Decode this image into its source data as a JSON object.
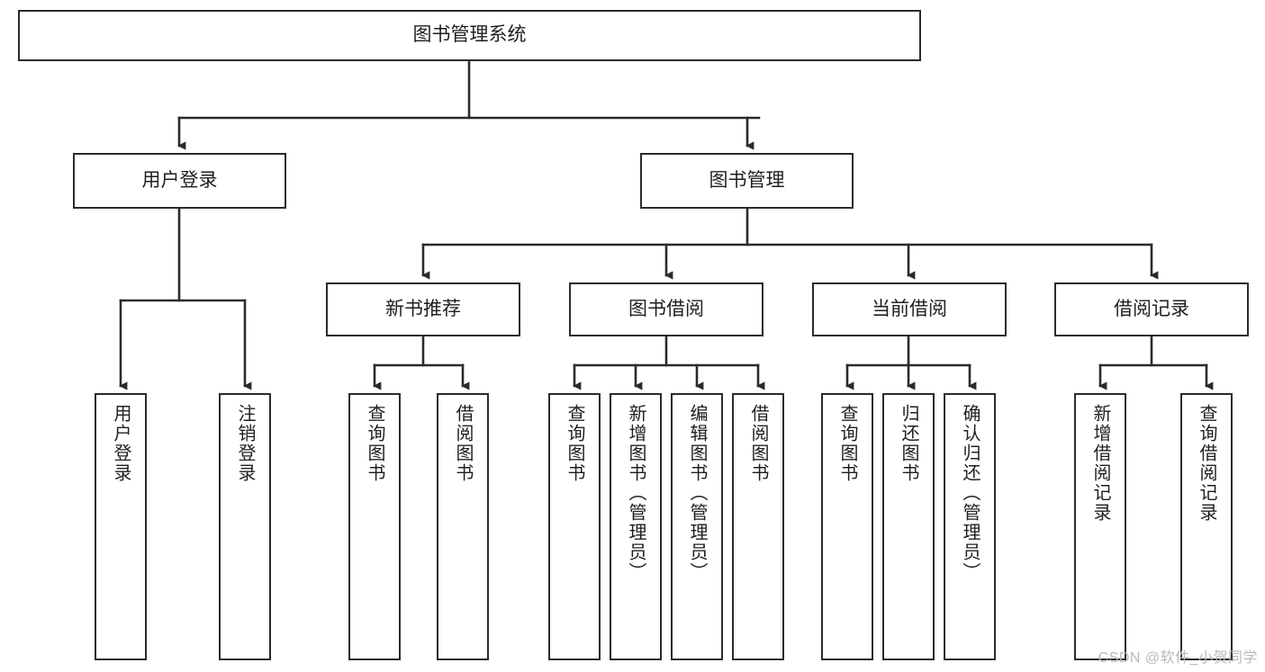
{
  "diagram": {
    "title": "图书管理系统",
    "type": "tree-hierarchy",
    "watermark": "CSDN @软件_小贺同学",
    "colors": {
      "background": "#ffffff",
      "box_border": "#2b2b2b",
      "box_fill": "#ffffff",
      "connector": "#2b2b2b",
      "watermark": "#b9b9b9"
    }
  },
  "nodes": {
    "root": {
      "label": "图书管理系统"
    },
    "level2": [
      {
        "label": "用户登录"
      },
      {
        "label": "图书管理"
      }
    ],
    "level3": [
      {
        "label": "新书推荐"
      },
      {
        "label": "图书借阅"
      },
      {
        "label": "当前借阅"
      },
      {
        "label": "借阅记录"
      }
    ],
    "leaves": {
      "user_login": [
        {
          "label": "用户登录"
        },
        {
          "label": "注销登录"
        }
      ],
      "new_book_recommend": [
        {
          "label": "查询图书"
        },
        {
          "label": "借阅图书"
        }
      ],
      "book_borrow": [
        {
          "label": "查询图书"
        },
        {
          "label": "新增图书（管理员）"
        },
        {
          "label": "编辑图书（管理员）"
        },
        {
          "label": "借阅图书"
        }
      ],
      "current_borrow": [
        {
          "label": "查询图书"
        },
        {
          "label": "归还图书"
        },
        {
          "label": "确认归还（管理员）"
        }
      ],
      "borrow_record": [
        {
          "label": "新增借阅记录"
        },
        {
          "label": "查询借阅记录"
        }
      ]
    }
  }
}
